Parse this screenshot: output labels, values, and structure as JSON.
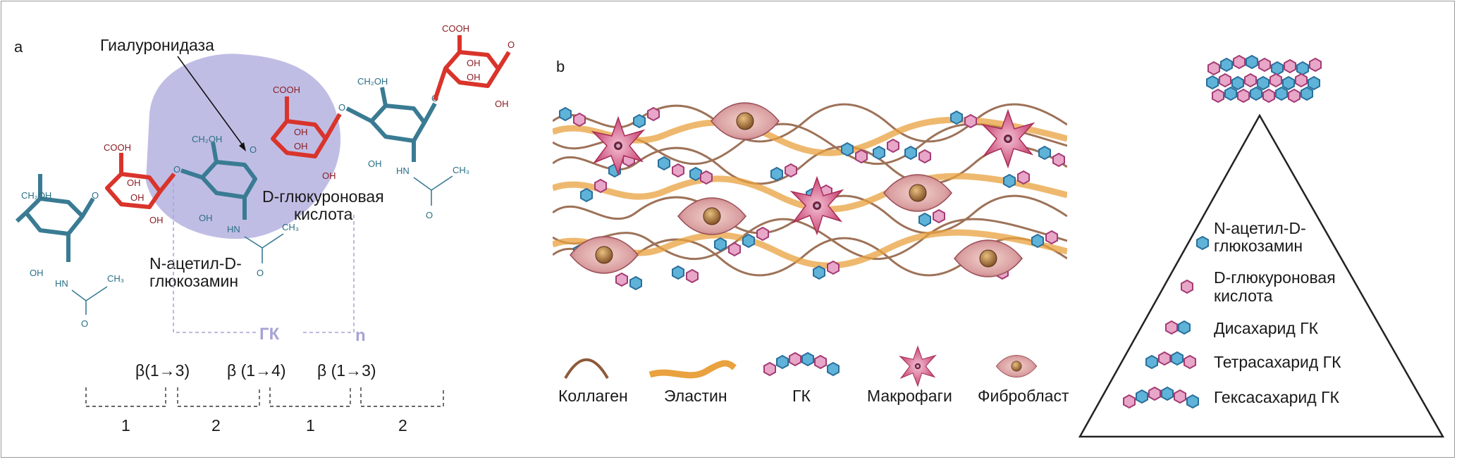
{
  "panel_a": {
    "label": "a",
    "enzyme": "Гиалуронидаза",
    "acid_label": [
      "D-глюкуроновая",
      "кислота"
    ],
    "amine_label": [
      "N-ацетил-D-",
      "глюкозамин"
    ],
    "repeat_label": "ГК",
    "repeat_n": "n",
    "bonds": [
      "β(1→3)",
      "β (1→4)",
      "β (1→3)"
    ],
    "bracket_numbers": [
      "1",
      "2",
      "1",
      "2"
    ],
    "groups": {
      "cooh": "COOH",
      "oh": "OH",
      "ch2oh": "CH₂OH",
      "hn": "HN",
      "o": "O",
      "ch3": "CH₃"
    }
  },
  "panel_b": {
    "label": "b",
    "legend": [
      "Коллаген",
      "Эластин",
      "ГК",
      "Макрофаги",
      "Фибробласт"
    ]
  },
  "pyramid": {
    "items": [
      [
        "N-ацетил-D-",
        "глюкозамин"
      ],
      [
        "D-глюкуроновая",
        "кислота"
      ],
      [
        "Дисахарид ГК"
      ],
      [
        "Тетрасахарид ГК"
      ],
      [
        "Гексасахарид ГК"
      ]
    ]
  },
  "colors": {
    "amine_ring": "#3a7b93",
    "acid_ring": "#d9342b",
    "highlight": "#b7b4e0",
    "blue_hex": "#4aa6cf",
    "pink_hex": "#c0447f",
    "collagen": "#8d5a3b",
    "elastin": "#e9a23f"
  }
}
